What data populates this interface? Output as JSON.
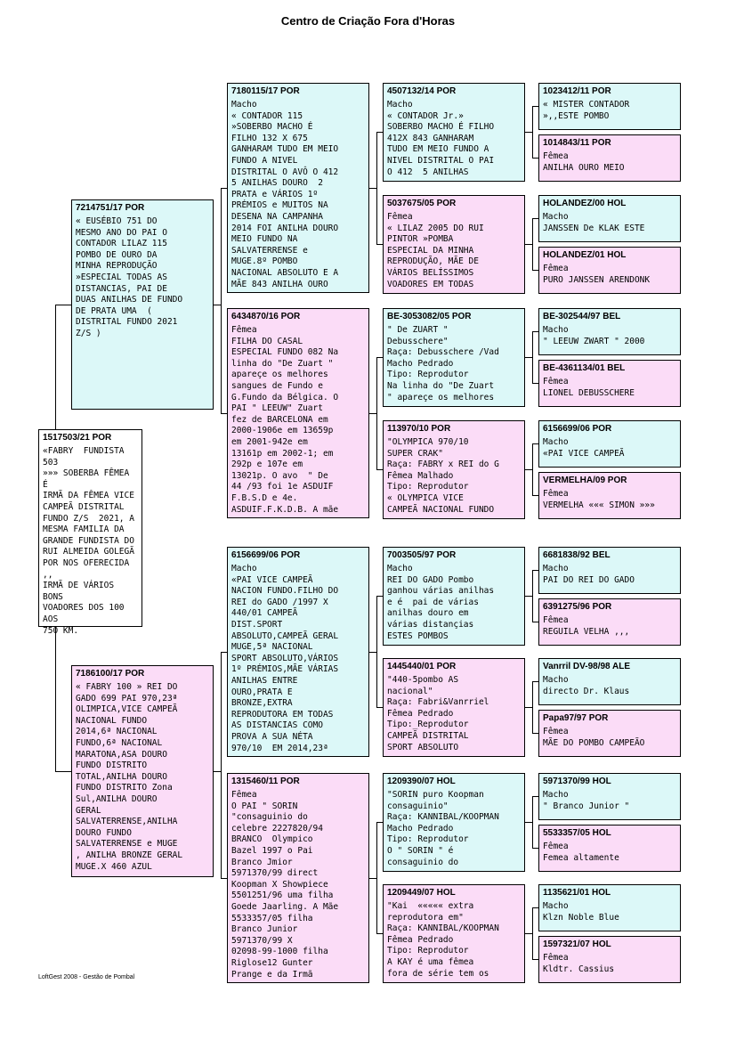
{
  "page": {
    "title": "Centro de Criação Fora d'Horas",
    "footer": "LoftGest 2008 - Gestão de Pombal"
  },
  "g1": {
    "ring": "1517503/21 POR",
    "text": "«FABRY  FUNDISTA 503\n»»» SOBERBA FÊMEA É\nIRMÃ DA FÊMEA VICE\nCAMPEÃ DISTRITAL\nFUNDO Z/S  2021, A\nMESMA FAMILIA DA\nGRANDE FUNDISTA DO\nRUI ALMEIDA GOLEGÃ\nPOR NOS OFERECIDA ,,\nIRMÃ DE VÁRIOS BONS\nVOADORES DOS 100 AOS\n750 KM."
  },
  "g2_sire": {
    "ring": "7214751/17 POR",
    "text": "« EUSÉBIO 751 DO\nMESMO ANO DO PAI O\nCONTADOR LILAZ 115\nPOMBO DE OURO DA\nMINHA REPRODUÇÃO\n»ESPECIAL TODAS AS\nDISTANCIAS, PAI DE\nDUAS ANILHAS DE FUNDO\nDE PRATA UMA  (\nDISTRITAL FUNDO 2021\nZ/S )"
  },
  "g2_dam": {
    "ring": "7186100/17 POR",
    "text": "« FABRY 100 » REI DO\nGADO 699 PAI 970,23ª\nOLIMPICA,VICE CAMPEÃ\nNACIONAL FUNDO\n2014,6ª NACIONAL\nFUNDO,6ª NACIONAL\nMARATONA,ASA DOURO\nFUNDO DISTRITO\nTOTAL,ANILHA DOURO\nFUNDO DISTRITO Zona\nSul,ANILHA DOURO\nGERAL\nSALVATERRENSE,ANILHA\nDOURO FUNDO\nSALVATERRENSE e MUGE\n, ANILHA BRONZE GERAL\nMUGE.X 460 AZUL"
  },
  "g3": [
    {
      "ring": "7180115/17 POR",
      "text": "Macho\n« CONTADOR 115\n»SOBERBO MACHO É\nFILHO 132 X 675\nGANHARAM TUDO EM MEIO\nFUNDO A NIVEL\nDISTRITAL O AVÔ O 412\n5 ANILHAS DOURO  2\nPRATA e VÁRIOS 1º\nPRÉMIOS e MUITOS NA\nDESENA NA CAMPANHA\n2014 FOI ANILHA DOURO\nMEIO FUNDO NA\nSALVATERRENSE e\nMUGE.8º POMBO\nNACIONAL ABSOLUTO E A\nMÃE 843 ANILHA OURO"
    },
    {
      "ring": "6434870/16 POR",
      "text": "Fêmea\nFILHA DO CASAL\nESPECIAL FUNDO 082 Na\nlinha do \"De Zuart \"\napareçe os melhores\nsangues de Fundo e\nG.Fundo da Bélgica. O\nPAI \" LEEUW\" Zuart\nfez de BARCELONA em\n2000-1906e em 13659p\nem 2001-942e em\n13161p em 2002-1; em\n292p e 107e em\n13021p. O avo  \" De\n44 /93 foi 1e ASDUIF\nF.B.S.D e 4e.\nASDUIF.F.K.D.B. A mãe"
    },
    {
      "ring": "6156699/06 POR",
      "text": "Macho\n«PAI VICE CAMPEÃ\nNACION FUNDO.FILHO DO\nREI do GADO /1997 X\n440/01 CAMPEÃ\nDIST.SPORT\nABSOLUTO,CAMPEÃ GERAL\nMUGE,5ª NACIONAL\nSPORT ABSOLUTO,VÁRIOS\n1º PRÉMIOS,MÃE VÁRIAS\nANILHAS ENTRE\nOURO,PRATA E\nBRONZE,EXTRA\nREPRODUTORA EM TODAS\nAS DISTANCIAS COMO\nPROVA A SUA NÉTA\n970/10  EM 2014,23ª"
    },
    {
      "ring": "1315460/11 POR",
      "text": "Fêmea\nO PAI \" SORIN\n\"consaguinio do\ncelebre 2227820/94\nBRANCO  Olympico\nBazel 1997 o Pai\nBranco Jmior\n5971370/99 direct\nKoopman X Showpiece\n5501251/96 uma filha\nGoede Jaarling. A Mãe\n5533357/05 filha\nBranco Junior\n5971370/99 X\n02098-99-1000 filha\nRiglose12 Gunter\nPrange e da Irmã"
    }
  ],
  "g4": [
    {
      "ring": "4507132/14 POR",
      "text": "Macho\n« CONTADOR Jr.»\nSOBERBO MACHO É FILHO\n412X 843 GANHARAM\nTUDO EM MEIO FUNDO A\nNIVEL DISTRITAL O PAI\nO 412  5 ANILHAS"
    },
    {
      "ring": "5037675/05 POR",
      "text": "Fêmea\n« LILAZ 2005 DO RUI\nPINTOR »POMBA\nESPECIAL DA MINHA\nREPRODUÇÃO, MÃE DE\nVÁRIOS BELÍSSIMOS\nVOADORES EM TODAS"
    },
    {
      "ring": "BE-3053082/05 POR",
      "text": "\" De ZUART \"\nDebusschere\"\nRaça: Debusschere /Vad\nMacho Pedrado\nTipo: Reprodutor\nNa linha do \"De Zuart\n\" apareçe os melhores"
    },
    {
      "ring": "113970/10 POR",
      "text": "\"OLYMPICA 970/10\nSUPER CRAK\"\nRaça: FABRY x REI do G\nFêmea Malhado\nTipo: Reprodutor\n« OLYMPICA VICE\nCAMPEÃ NACIONAL FUNDO"
    },
    {
      "ring": "7003505/97 POR",
      "text": "Macho\nREI DO GADO Pombo\nganhou várias anilhas\ne é  pai de várias\nanilhas douro em\nvárias distançias\nESTES POMBOS"
    },
    {
      "ring": "1445440/01 POR",
      "text": "\"440-5pombo AS\nnacional\"\nRaça: Fabri&Vanrriel\nFêmea Pedrado\nTipo:_Reprodutor\nCAMPEÃ DISTRITAL\nSPORT ABSOLUTO"
    },
    {
      "ring": "1209390/07 HOL",
      "text": "\"SORIN puro Koopman\nconsaguinio\"\nRaça: KANNIBAL/KOOPMAN\nMacho Pedrado\nTipo: Reprodutor\nO \" SORIN \" é\nconsaguinio do"
    },
    {
      "ring": "1209449/07 HOL",
      "text": "\"Kai  ««««« extra\nreprodutora em\"\nRaça: KANNIBAL/KOOPMAN\nFêmea Pedrado\nTipo: Reprodutor\nA KAY é uma fêmea\nfora de série tem os"
    }
  ],
  "g5": [
    {
      "ring": "1023412/11 POR",
      "text": "« MISTER CONTADOR\n»,,ESTE POMBO"
    },
    {
      "ring": "1014843/11 POR",
      "text": "Fêmea\nANILHA OURO MEIO"
    },
    {
      "ring": "HOLANDEZ/00 HOL",
      "text": "Macho\nJANSSEN De KLAK ESTE"
    },
    {
      "ring": "HOLANDEZ/01 HOL",
      "text": "Fêmea\nPURO JANSSEN ARENDONK"
    },
    {
      "ring": "BE-302544/97 BEL",
      "text": "Macho\n\" LEEUW ZWART \" 2000"
    },
    {
      "ring": "BE-4361134/01 BEL",
      "text": "Fêmea\nLIONEL DEBUSSCHERE"
    },
    {
      "ring": "6156699/06 POR",
      "text": "Macho\n«PAI VICE CAMPEÃ"
    },
    {
      "ring": "VERMELHA/09 POR",
      "text": "Fêmea\nVERMELHA ««« SIMON »»»"
    },
    {
      "ring": "6681838/92 BEL",
      "text": "Macho\nPAI DO REI DO GADO"
    },
    {
      "ring": "6391275/96 POR",
      "text": "Fêmea\nREGUILA VELHA ,,,"
    },
    {
      "ring": "Vanrril DV-98/98 ALE",
      "text": "Macho\ndirecto Dr. Klaus"
    },
    {
      "ring": "Papa97/97 POR",
      "text": "Fêmea\nMÃE DO POMBO CAMPEÃO"
    },
    {
      "ring": "5971370/99 HOL",
      "text": "Macho\n\" Branco Junior \""
    },
    {
      "ring": "5533357/05 HOL",
      "text": "Fêmea\nFemea altamente"
    },
    {
      "ring": "1135621/01 HOL",
      "text": "Macho\nKlzn Noble Blue"
    },
    {
      "ring": "1597321/07 HOL",
      "text": "Fêmea\nKldtr. Cassius"
    }
  ]
}
